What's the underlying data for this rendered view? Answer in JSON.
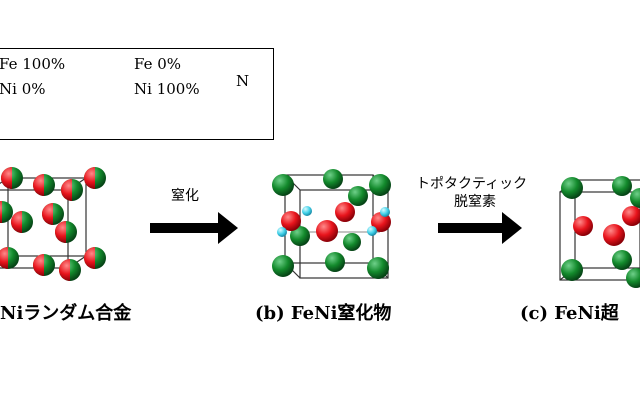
{
  "legend": {
    "fe_full": "Fe 100%",
    "fe_zero": "Fe 0%",
    "ni_zero": "Ni 0%",
    "ni_full": "Ni 100%",
    "nitrogen": "N"
  },
  "steps": {
    "a_caption": "Niランダム合金",
    "nitriding": "窒化",
    "b_caption": "(b) FeNi窒化物",
    "topotactic_line1": "トポタクティック",
    "topotactic_line2": "脱窒素",
    "c_caption": "(c) FeNi超"
  },
  "colors": {
    "fe": "#e8141c",
    "ni": "#138a2c",
    "nitrogen": "#3fd0e8",
    "arrow": "#000000"
  }
}
